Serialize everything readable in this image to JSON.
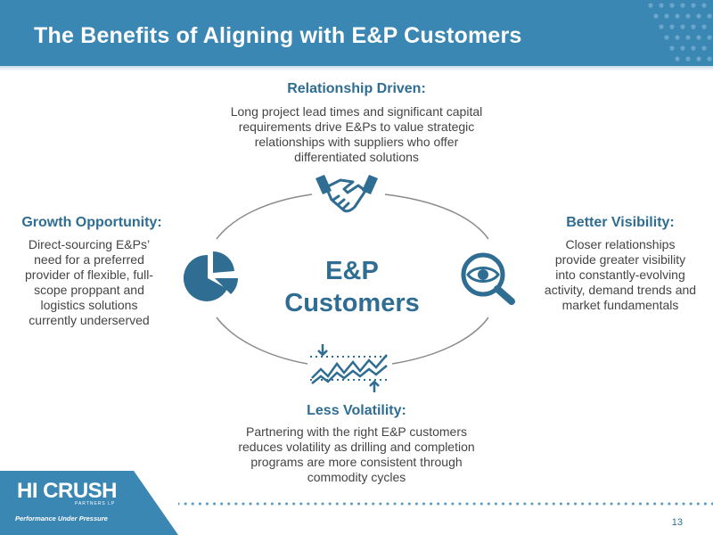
{
  "title": "The Benefits of Aligning with E&P Customers",
  "center": {
    "line1": "E&P",
    "line2": "Customers"
  },
  "relationship": {
    "heading": "Relationship Driven:",
    "lines": [
      "Long project lead times and significant capital",
      "requirements drive E&Ps to value strategic",
      "relationships with suppliers who offer",
      "differentiated solutions"
    ]
  },
  "growth": {
    "heading": "Growth Opportunity:",
    "lines": [
      "Direct-sourcing E&Ps’",
      "need for a preferred",
      "provider of flexible, full-",
      "scope proppant and",
      "logistics solutions",
      "currently underserved"
    ]
  },
  "visibility": {
    "heading": "Better Visibility:",
    "lines": [
      "Closer relationships",
      "provide greater visibility",
      "into constantly-evolving",
      "activity, demand trends and",
      "market fundamentals"
    ]
  },
  "volatility": {
    "heading": "Less Volatility:",
    "lines": [
      "Partnering with the right E&P customers",
      "reduces volatility as drilling and completion",
      "programs are more consistent through",
      "commodity cycles"
    ]
  },
  "footer": {
    "logo": "HI CRUSH",
    "logo_sub": "PARTNERS LP",
    "tagline": "Performance Under Pressure",
    "page_number": "13"
  },
  "icons": [
    "handshake-icon",
    "pie-chart-icon",
    "eye-magnifier-icon",
    "volatility-chart-icon"
  ],
  "colors": {
    "header": "#3b87b4",
    "heading_text": "#2f6d93",
    "body_text": "#444444",
    "icon": "#2f6d93"
  }
}
